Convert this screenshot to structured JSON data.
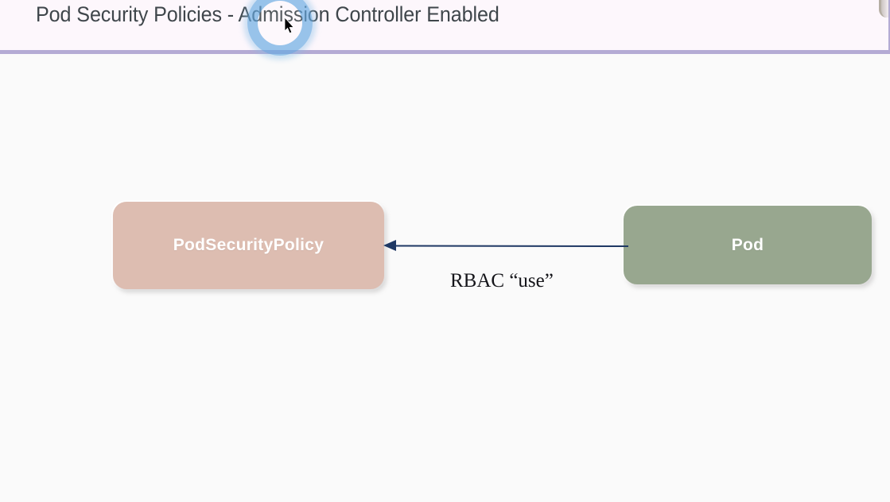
{
  "slide": {
    "title": "Pod Security Policies - Admission Controller Enabled",
    "background_color": "#fafafa",
    "banner": {
      "fill_color": "#fdf7fc",
      "border_color": "#b4abd4"
    }
  },
  "diagram": {
    "type": "node-link",
    "nodes": [
      {
        "id": "podsecuritypolicy",
        "label": "PodSecurityPolicy",
        "color": "#ddbdb1",
        "text_color": "#ffffff"
      },
      {
        "id": "pod",
        "label": "Pod",
        "color": "#98a78f",
        "text_color": "#ffffff"
      }
    ],
    "edges": [
      {
        "from": "pod",
        "to": "podsecuritypolicy",
        "label": "RBAC “use”",
        "color": "#1f3864",
        "direction": "left",
        "arrowhead": "solid-triangle"
      }
    ]
  },
  "overlay": {
    "click_highlight": {
      "name": "click-highlight-ring",
      "color": "#5aa3de"
    },
    "cursor": {
      "name": "mouse-pointer",
      "color": "#000000"
    }
  }
}
